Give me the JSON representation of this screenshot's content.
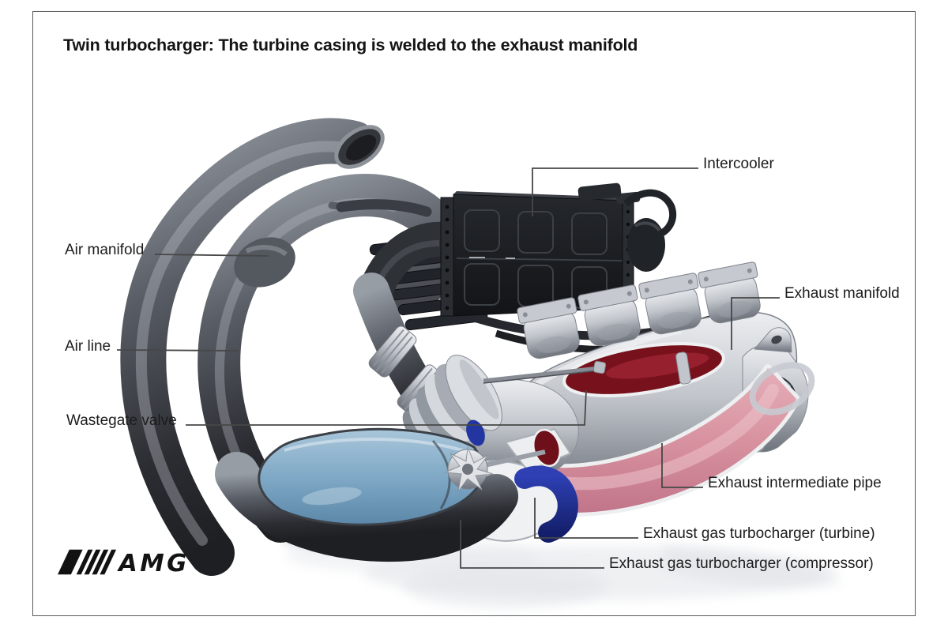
{
  "title": "Twin turbocharger: The turbine casing is welded to the exhaust manifold",
  "brand": {
    "logo_text": "AMG"
  },
  "labels": {
    "intercooler": "Intercooler",
    "air_manifold": "Air manifold",
    "exhaust_manifold": "Exhaust manifold",
    "air_line": "Air line",
    "wastegate_valve": "Wastegate valve",
    "exhaust_intermediate_pipe": "Exhaust intermediate pipe",
    "turbo_turbine": "Exhaust gas turbocharger (turbine)",
    "turbo_compressor": "Exhaust gas turbocharger (compressor)"
  },
  "colors": {
    "pipe_dark": "#2b2d32",
    "intercooler_black": "#17191d",
    "cast_silver": "#c2c6cc",
    "charge_air_blue": "#7fa9c6",
    "exhaust_pink": "#d8929f",
    "exhaust_dark_red": "#7a121e",
    "passage_dark_blue": "#2335a0",
    "leader_line": "#474747",
    "frame_border": "#58595b"
  }
}
